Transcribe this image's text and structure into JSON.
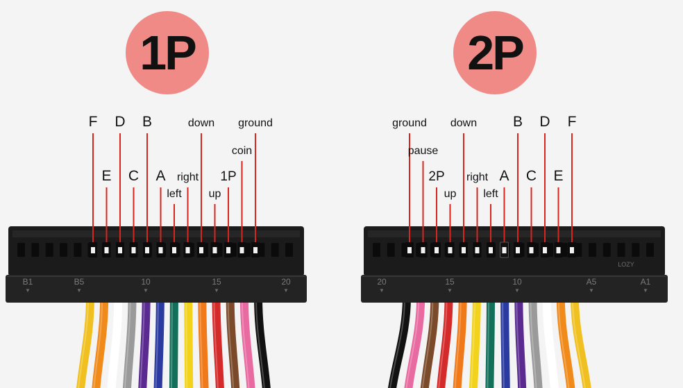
{
  "badges": {
    "left": "1P",
    "right": "2P"
  },
  "connectors": [
    {
      "id": "left",
      "pins": [
        {
          "label": "F",
          "size": "big",
          "row": 0
        },
        {
          "label": "E",
          "size": "big",
          "row": 2
        },
        {
          "label": "D",
          "size": "big",
          "row": 0
        },
        {
          "label": "C",
          "size": "big",
          "row": 2
        },
        {
          "label": "B",
          "size": "big",
          "row": 0
        },
        {
          "label": "A",
          "size": "big",
          "row": 2
        },
        {
          "label": "left",
          "size": "small",
          "row": 4
        },
        {
          "label": "right",
          "size": "small",
          "row": 2
        },
        {
          "label": "down",
          "size": "small",
          "row": 0
        },
        {
          "label": "up",
          "size": "small",
          "row": 4
        },
        {
          "label": "1P",
          "size": "mid",
          "row": 3
        },
        {
          "label": "coin",
          "size": "small",
          "row": 1
        },
        {
          "label": "ground",
          "size": "small",
          "row": 0
        }
      ],
      "numbers": [
        "B1",
        "B5",
        "10",
        "15",
        "20"
      ],
      "wire_colors": [
        "#f0c020",
        "#f08a1a",
        "#ffffff",
        "#9a9a9a",
        "#5a2a90",
        "#2a3aa0",
        "#12705a",
        "#f2d21a",
        "#f07a1a",
        "#d42a2a",
        "#7a4a2a",
        "#e86aa0",
        "#111111"
      ]
    },
    {
      "id": "right",
      "pins": [
        {
          "label": "ground",
          "size": "small",
          "row": 0
        },
        {
          "label": "pause",
          "size": "small",
          "row": 1
        },
        {
          "label": "2P",
          "size": "mid",
          "row": 3
        },
        {
          "label": "up",
          "size": "small",
          "row": 4
        },
        {
          "label": "down",
          "size": "small",
          "row": 0
        },
        {
          "label": "right",
          "size": "small",
          "row": 2
        },
        {
          "label": "left",
          "size": "small",
          "row": 4
        },
        {
          "label": "A",
          "size": "big",
          "row": 2
        },
        {
          "label": "B",
          "size": "big",
          "row": 0
        },
        {
          "label": "C",
          "size": "big",
          "row": 2
        },
        {
          "label": "D",
          "size": "big",
          "row": 0
        },
        {
          "label": "E",
          "size": "big",
          "row": 2
        },
        {
          "label": "F",
          "size": "big",
          "row": 0
        }
      ],
      "numbers": [
        "20",
        "15",
        "10",
        "A5",
        "A1"
      ],
      "brand": "LOZY",
      "wire_colors": [
        "#111111",
        "#e86aa0",
        "#7a4a2a",
        "#d42a2a",
        "#f07a1a",
        "#f2d21a",
        "#12705a",
        "#2a3aa0",
        "#5a2a90",
        "#9a9a9a",
        "#ffffff",
        "#f08a1a",
        "#f0c020"
      ]
    }
  ]
}
